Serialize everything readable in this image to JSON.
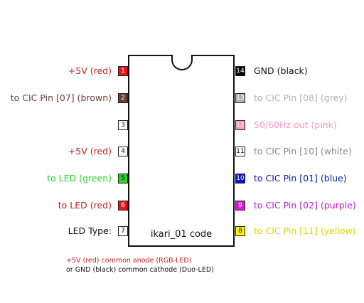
{
  "chip": {
    "name": "ikari_01 code"
  },
  "left_pins": [
    {
      "num": "1",
      "fill": "#e8141b",
      "text_color": "#fff",
      "label": "+5V (red)",
      "label_color": "#c62026"
    },
    {
      "num": "2",
      "fill": "#6b3e33",
      "text_color": "#fff",
      "label": "to CIC Pin [07] (brown)",
      "label_color": "#6b3e33"
    },
    {
      "num": "3",
      "fill": "#ffffff",
      "text_color": "#111",
      "label": "",
      "label_color": "#111"
    },
    {
      "num": "4",
      "fill": "#ffffff",
      "text_color": "#111",
      "label": "+5V (red)",
      "label_color": "#c62026"
    },
    {
      "num": "5",
      "fill": "#2bd32b",
      "text_color": "#111",
      "label": "to LED (green)",
      "label_color": "#2bd32b"
    },
    {
      "num": "6",
      "fill": "#e8141b",
      "text_color": "#fff",
      "label": "to LED (red)",
      "label_color": "#c62026"
    },
    {
      "num": "7",
      "fill": "#ffffff",
      "text_color": "#111",
      "label": "LED Type:",
      "label_color": "#111"
    }
  ],
  "right_pins": [
    {
      "num": "14",
      "fill": "#000000",
      "text_color": "#fff",
      "label": "GND (black)",
      "label_color": "#111"
    },
    {
      "num": "13",
      "fill": "#b0b0b0",
      "text_color": "#fff",
      "label": "to CIC Pin [08] (grey)",
      "label_color": "#b0b0b0"
    },
    {
      "num": "12",
      "fill": "#f19ac4",
      "text_color": "#fff",
      "label": "50/60Hz out (pink)",
      "label_color": "#f19ac4"
    },
    {
      "num": "11",
      "fill": "#ffffff",
      "text_color": "#111",
      "label": "to CIC Pin [10] (white)",
      "label_color": "#888888"
    },
    {
      "num": "10",
      "fill": "#0014c8",
      "text_color": "#fff",
      "label": "to CIC Pin [01] (blue)",
      "label_color": "#0b1fa8"
    },
    {
      "num": "9",
      "fill": "#d81ad8",
      "text_color": "#fff",
      "label": "to CIC Pin [02] (purple)",
      "label_color": "#c21fc6"
    },
    {
      "num": "8",
      "fill": "#f2f20a",
      "text_color": "#111",
      "label": "to CIC Pin [11] (yellow)",
      "label_color": "#d8d800"
    }
  ],
  "notes": {
    "line1": "+5V (red)  common anode (RGB-LED)",
    "line1_color": "#c62026",
    "line2": "or GND (black) common cathode (Duo-LED)",
    "line2_color": "#111"
  }
}
